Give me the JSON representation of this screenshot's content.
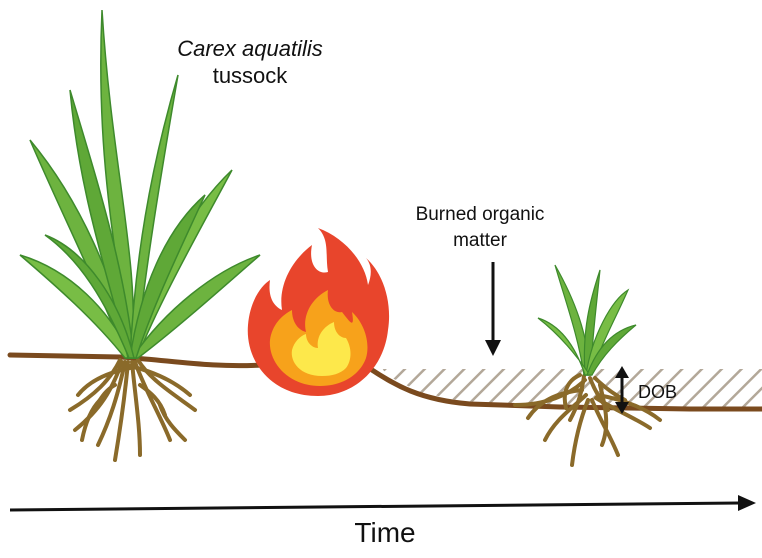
{
  "labels": {
    "species": "Carex aquatilis",
    "tussock": "tussock",
    "burned_line1": "Burned organic",
    "burned_line2": "matter",
    "dob": "DOB",
    "time": "Time"
  },
  "colors": {
    "ground": "#7a4a1e",
    "roots": "#8a6a2a",
    "leaf": "#6db33f",
    "leaf_dark": "#3e8a2c",
    "flame_outer": "#e8452c",
    "flame_mid": "#f7a21b",
    "flame_inner": "#fde84b",
    "hatch": "#b3a899"
  },
  "icons": {
    "plant_large": "sedge-tussock-icon",
    "fire": "fire-icon",
    "plant_small": "sedge-seedling-icon"
  }
}
